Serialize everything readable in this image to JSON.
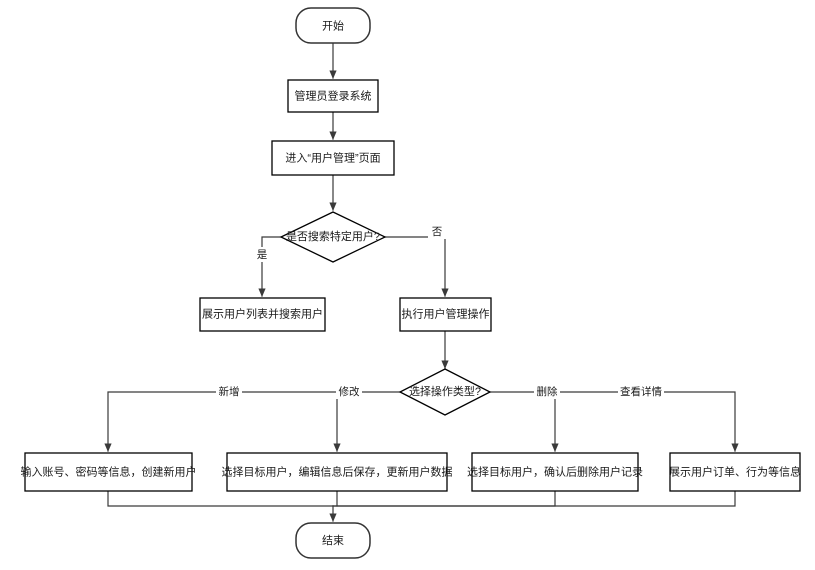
{
  "diagram": {
    "type": "flowchart",
    "title": "用户管理流程图",
    "orientation": "top-to-bottom",
    "colors": {
      "background": "#ffffff",
      "node_stroke": "#000000",
      "terminal_stroke": "#333333",
      "edge_stroke": "#3a3a3a",
      "text": "#1a1a1a"
    }
  },
  "nodes": {
    "start": {
      "label": "开始",
      "shape": "terminal"
    },
    "login": {
      "label": "管理员登录系统",
      "shape": "process"
    },
    "enter_page": {
      "label": "进入“用户管理”页面",
      "shape": "process"
    },
    "decision_search": {
      "label": "是否搜索特定用户?",
      "shape": "decision"
    },
    "search_list": {
      "label": "展示用户列表并搜索用户",
      "shape": "process"
    },
    "manage_ops": {
      "label": "执行用户管理操作",
      "shape": "process"
    },
    "decision_optype": {
      "label": "选择操作类型?",
      "shape": "decision"
    },
    "op_create": {
      "label": "输入账号、密码等信息，创建新用户",
      "shape": "process"
    },
    "op_edit": {
      "label": "选择目标用户，编辑信息后保存，更新用户数据",
      "shape": "process"
    },
    "op_delete": {
      "label": "选择目标用户，确认后删除用户记录",
      "shape": "process"
    },
    "op_detail": {
      "label": "展示用户订单、行为等信息",
      "shape": "process"
    },
    "end": {
      "label": "结束",
      "shape": "terminal"
    }
  },
  "edge_labels": {
    "yes": "是",
    "no": "否",
    "create": "新增",
    "edit": "修改",
    "delete": "删除",
    "detail": "查看详情"
  }
}
